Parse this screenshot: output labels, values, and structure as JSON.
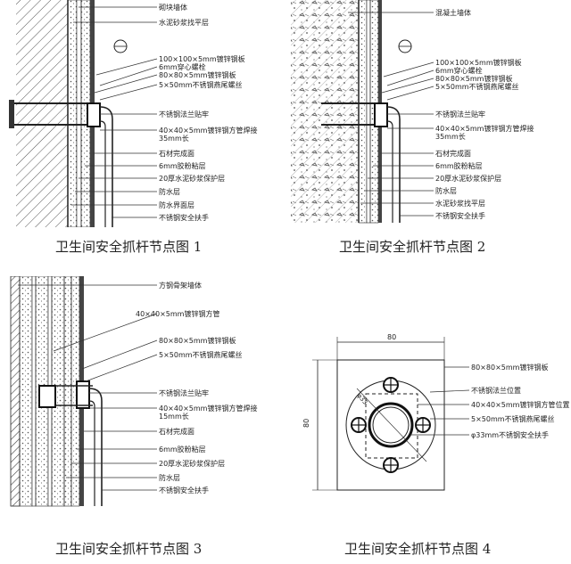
{
  "panels": [
    {
      "caption": "卫生间安全抓杆节点图 1",
      "labels": [
        "砌块墙体",
        "水泥砂浆找平层",
        "100×100×5mm镀锌钢板",
        "6mm穿心螺栓",
        "80×80×5mm镀锌钢板",
        "5×50mm不锈钢燕尾螺丝",
        "不锈钢法兰贴牢",
        "40×40×5mm镀锌钢方管焊接",
        "35mm长",
        "石材完成面",
        "6mm胶粉粘层",
        "20厚水泥砂浆保护层",
        "防水层",
        "防水界面层",
        "不锈钢安全扶手"
      ]
    },
    {
      "caption": "卫生间安全抓杆节点图 2",
      "labels": [
        "混凝土墙体",
        "100×100×5mm镀锌钢板",
        "6mm穿心螺栓",
        "80×80×5mm镀锌钢板",
        "5×50mm不锈钢燕尾螺丝",
        "不锈钢法兰贴牢",
        "40×40×5mm镀锌钢方管焊接",
        "35mm长",
        "石材完成面",
        "6mm胶粉粘层",
        "20厚水泥砂浆保护层",
        "防水层",
        "水泥砂浆找平层",
        "不锈钢安全扶手"
      ]
    },
    {
      "caption": "卫生间安全抓杆节点图 3",
      "labels": [
        "方钢骨架墙体",
        "40×40×5mm镀锌钢方管",
        "80×80×5mm镀锌钢板",
        "5×50mm不锈钢燕尾螺丝",
        "不锈钢法兰贴牢",
        "40×40×5mm镀锌钢方管焊接",
        "15mm长",
        "石材完成面",
        "6mm胶粉粘层",
        "20厚水泥砂浆保护层",
        "防水层",
        "不锈钢安全扶手"
      ]
    },
    {
      "caption": "卫生间安全抓杆节点图 4",
      "dim_width": "80",
      "dim_height": "80",
      "diag_label": "φ33",
      "labels": [
        "80×80×5mm镀锌钢板",
        "不锈钢法兰位置",
        "40×40×5mm镀锌钢方管位置",
        "5×50mm不锈钢燕尾螺丝",
        "φ33mm不锈钢安全扶手"
      ]
    }
  ]
}
